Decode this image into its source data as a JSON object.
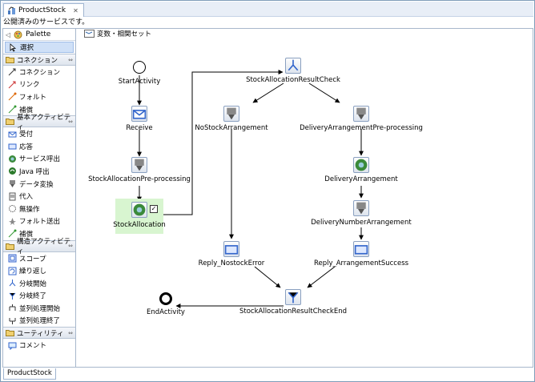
{
  "editor_tab": {
    "title": "ProductStock",
    "close": "✕"
  },
  "status": "公開済みのサービスです。",
  "palette": {
    "title": "Palette",
    "select_label": "選択",
    "categories": [
      {
        "name": "コネクション",
        "items": [
          "コネクション",
          "リンク",
          "フォルト",
          "補償"
        ]
      },
      {
        "name": "基本アクティビティ",
        "items": [
          "受付",
          "応答",
          "サービス呼出",
          "Java 呼出",
          "データ変換",
          "代入",
          "無操作",
          "フォルト送出",
          "補償"
        ]
      },
      {
        "name": "構造アクティビティ",
        "items": [
          "スコープ",
          "繰り返し",
          "分岐開始",
          "分岐終了",
          "並列処理開始",
          "並列処理終了"
        ]
      },
      {
        "name": "ユーティリティ",
        "items": [
          "コメント"
        ]
      }
    ]
  },
  "toolbar": {
    "variables_label": "変数・相関セット"
  },
  "diagram": {
    "nodes": {
      "start": "StartActivity",
      "receive": "Receive",
      "preproc": "StockAllocationPre-processing",
      "alloc": "StockAllocation",
      "check": "StockAllocationResultCheck",
      "nostock": "NoStockArrangement",
      "delivpre": "DeliveryArrangementPre-processing",
      "deliv": "DeliveryArrangement",
      "delivnum": "DeliveryNumberArrangement",
      "reply_err": "Reply_NostockError",
      "reply_ok": "Reply_ArrangementSuccess",
      "checkend": "StockAllocationResultCheckEnd",
      "end": "EndActivity"
    }
  },
  "bottom_tab": "ProductStock",
  "colors": {
    "selection": "#d8f5d0",
    "accent": "#3a6fb0"
  }
}
